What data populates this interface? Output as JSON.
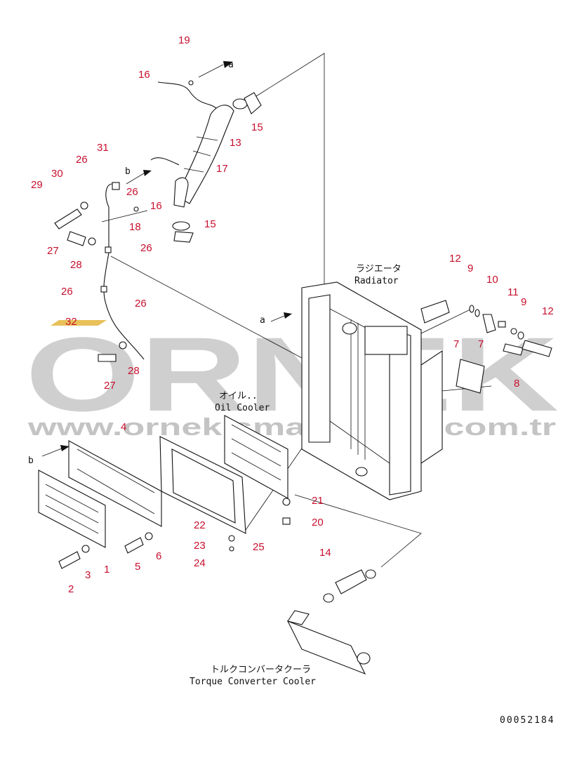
{
  "callouts": [
    "19",
    "16",
    "13",
    "15",
    "31",
    "26",
    "30",
    "29",
    "26",
    "17",
    "16",
    "18",
    "15",
    "27",
    "28",
    "26",
    "26",
    "26",
    "32",
    "27",
    "28",
    "12",
    "9",
    "10",
    "11",
    "9",
    "12",
    "7",
    "7",
    "8",
    "4",
    "22",
    "21",
    "20",
    "23",
    "25",
    "24",
    "14",
    "1",
    "2",
    "3",
    "5",
    "6"
  ],
  "markers": {
    "a_top": "a",
    "b_left": "b",
    "a_mid": "a",
    "b_low": "b"
  },
  "labels": {
    "radiator_jp": "ラジエータ",
    "radiator_en": "Radiator",
    "oil_cooler_jp": "オイル..",
    "oil_cooler_en": "Oil Cooler",
    "torque_jp": "トルクコンバータクーラ",
    "torque_en": "Torque Converter Cooler"
  },
  "drawing_number": "00052184",
  "watermark": {
    "brand": "ORNEK",
    "url": "www.ornekismakinalari.com.tr"
  },
  "colors": {
    "callout": "#c8102e",
    "watermark": "#cfcfcf",
    "accent": "#e8c15a"
  }
}
